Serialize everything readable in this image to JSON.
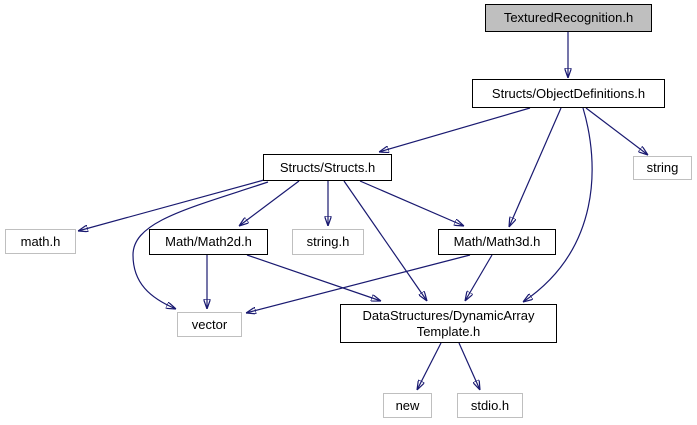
{
  "diagram": {
    "type": "include-dependency-graph",
    "background_color": "#ffffff",
    "edge_color": "#191970",
    "linked_node_border_color": "#000000",
    "external_node_border_color": "#bfbfbf",
    "root_node_fill_color": "#bfbfbf",
    "nodes": {
      "textured_recognition": {
        "label": "TexturedRecognition.h"
      },
      "object_definitions": {
        "label": "Structs/ObjectDefinitions.h"
      },
      "structs": {
        "label": "Structs/Structs.h"
      },
      "math_h": {
        "label": "math.h"
      },
      "math2d": {
        "label": "Math/Math2d.h"
      },
      "string_h": {
        "label": "string.h"
      },
      "math3d": {
        "label": "Math/Math3d.h"
      },
      "string": {
        "label": "string"
      },
      "vector": {
        "label": "vector"
      },
      "dynamic_array_template": {
        "label": "DataStructures/DynamicArray\nTemplate.h"
      },
      "new": {
        "label": "new"
      },
      "stdio_h": {
        "label": "stdio.h"
      }
    },
    "edges": [
      {
        "from": "textured_recognition",
        "to": "object_definitions"
      },
      {
        "from": "object_definitions",
        "to": "structs"
      },
      {
        "from": "object_definitions",
        "to": "string"
      },
      {
        "from": "object_definitions",
        "to": "math3d"
      },
      {
        "from": "object_definitions",
        "to": "dynamic_array_template"
      },
      {
        "from": "structs",
        "to": "math_h"
      },
      {
        "from": "structs",
        "to": "vector"
      },
      {
        "from": "structs",
        "to": "math2d"
      },
      {
        "from": "structs",
        "to": "string_h"
      },
      {
        "from": "structs",
        "to": "math3d"
      },
      {
        "from": "structs",
        "to": "dynamic_array_template"
      },
      {
        "from": "math2d",
        "to": "vector"
      },
      {
        "from": "math2d",
        "to": "dynamic_array_template"
      },
      {
        "from": "math3d",
        "to": "vector"
      },
      {
        "from": "math3d",
        "to": "dynamic_array_template"
      },
      {
        "from": "dynamic_array_template",
        "to": "new"
      },
      {
        "from": "dynamic_array_template",
        "to": "stdio_h"
      }
    ]
  }
}
